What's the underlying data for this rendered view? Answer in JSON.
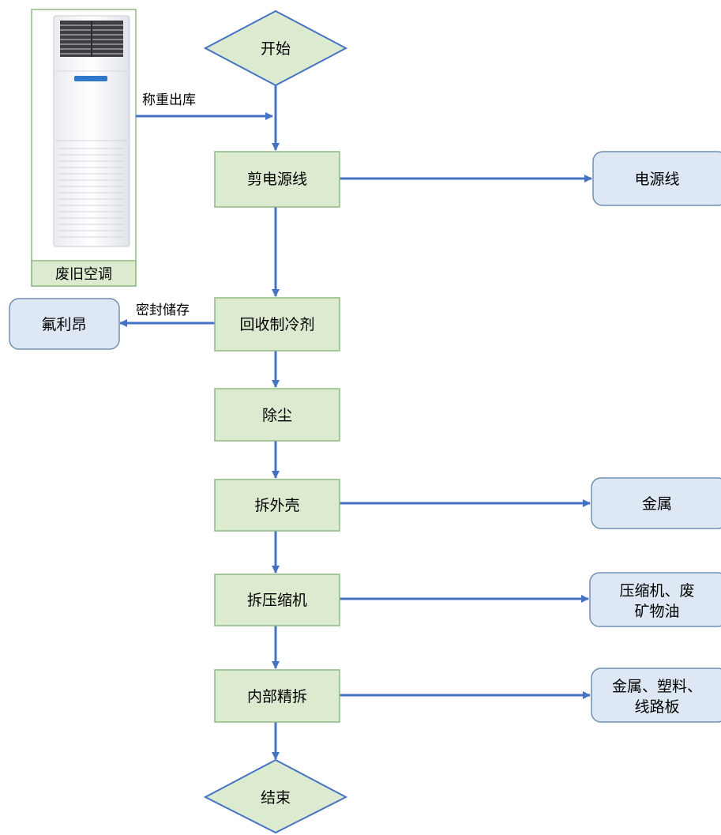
{
  "colors": {
    "process_fill": "#dcebd0",
    "process_stroke": "#8fb982",
    "output_fill": "#dde8f4",
    "output_stroke": "#6f8fb3",
    "arrow": "#4472c4",
    "caption_fill": "#dcebd0",
    "caption_stroke": "#8fb982"
  },
  "appliance": {
    "icon": "floor-standing-air-conditioner",
    "caption": "废旧空调"
  },
  "nodes": {
    "start": "开始",
    "cut_cord": "剪电源线",
    "recover_refrigerant": "回收制冷剂",
    "dust_removal": "除尘",
    "remove_shell": "拆外壳",
    "remove_compressor": "拆压缩机",
    "internal_dismantle": "内部精拆",
    "end": "结束"
  },
  "outputs": {
    "power_cord": "电源线",
    "freon": "氟利昂",
    "metal": "金属",
    "compressor_oil": [
      "压缩机、废",
      "矿物油"
    ],
    "metal_plastic_board": [
      "金属、塑料、",
      "线路板"
    ]
  },
  "edge_labels": {
    "weigh_out": "称重出库",
    "seal_store": "密封储存"
  }
}
